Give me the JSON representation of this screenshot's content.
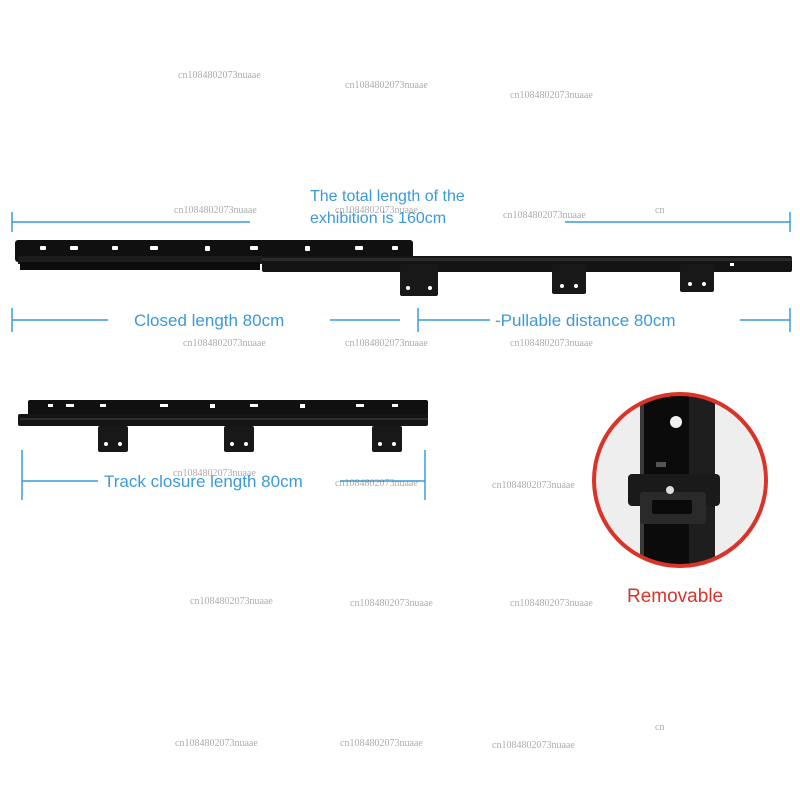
{
  "labels": {
    "total_length": "The total length of the exhibition is 160cm",
    "closed_length": "Closed length 80cm",
    "pullable_distance": "-Pullable distance 80cm",
    "track_closure_length": "Track closure length 80cm",
    "removable": "Removable"
  },
  "watermark": {
    "text": "cn1084802073nuaae",
    "short": "cn"
  },
  "colors": {
    "dimension_blue": "#3a9ad9",
    "callout_red": "#d8342a",
    "rail_black": "#111111"
  }
}
